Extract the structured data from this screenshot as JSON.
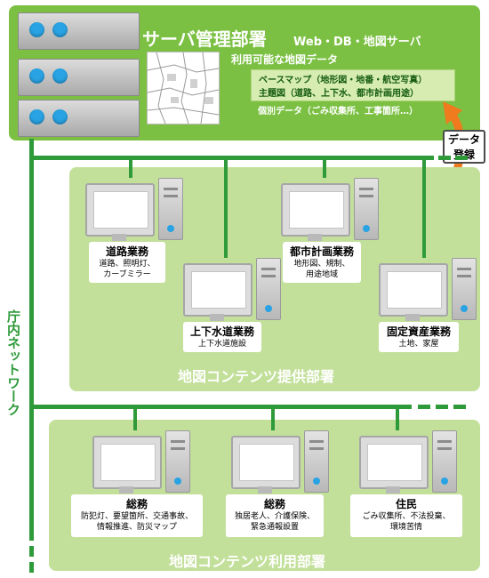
{
  "server": {
    "title": "サーバ管理部署",
    "subtitle": "Web・DB・地図サーバ",
    "data_heading": "利用可能な地図データ",
    "data_items": [
      "ベースマップ（地形図・地番・航空写真）",
      "主題図（道路、上下水、都市計画用途）",
      "個別データ（ごみ収集所、工事箇所…）"
    ]
  },
  "upload": {
    "line1": "データ",
    "line2": "登録"
  },
  "network_label": "庁内ネットワーク",
  "provider": {
    "title": "地図コンテンツ提供部署",
    "workstations": [
      {
        "title": "道路業務",
        "line1": "道路、照明灯、",
        "line2": "カーブミラー"
      },
      {
        "title": "上下水道業務",
        "line1": "上下水道施設",
        "line2": ""
      },
      {
        "title": "都市計画業務",
        "line1": "地形図、規制、",
        "line2": "用途地域"
      },
      {
        "title": "固定資産業務",
        "line1": "土地、家屋",
        "line2": ""
      }
    ]
  },
  "consumer": {
    "title": "地図コンテンツ利用部署",
    "workstations": [
      {
        "title": "総務",
        "line1": "防犯灯、要望箇所、交通事故、",
        "line2": "情報推進、防災マップ"
      },
      {
        "title": "総務",
        "line1": "独居老人、介護保険、",
        "line2": "緊急通報設置"
      },
      {
        "title": "住民",
        "line1": "ごみ収集所、不法投棄、",
        "line2": "環境苦情"
      }
    ]
  },
  "colors": {
    "accent": "#7bc043",
    "network": "#2e9a3a",
    "panel": "#c3e09b",
    "led": "#29a3e3",
    "arrow": "#f07a1e"
  }
}
